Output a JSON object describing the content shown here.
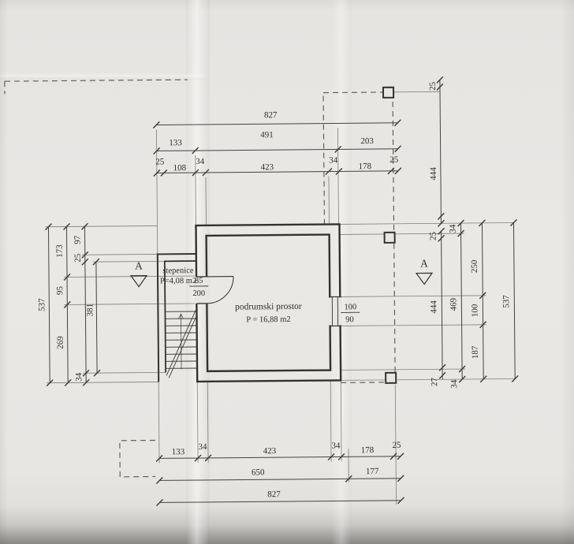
{
  "colors": {
    "paper": "#e8e6e3",
    "ink": "#34322d"
  },
  "rooms": {
    "basement": {
      "label": "podrumski prostor",
      "area": "P = 16,88 m2"
    },
    "stairs": {
      "label": "stepenice",
      "area": "P=4,08 m2"
    }
  },
  "door": {
    "width": "85",
    "height": "200"
  },
  "window": {
    "width": "100",
    "height": "90"
  },
  "section": {
    "label": "A"
  },
  "dims": {
    "top_total": "827",
    "top_mid": [
      "133",
      "491",
      "203"
    ],
    "top_fine": [
      "25",
      "108",
      "34",
      "423",
      "34",
      "178",
      "25"
    ],
    "bottom_fine": [
      "133",
      "34",
      "423",
      "34",
      "178",
      "25"
    ],
    "bottom_mid": [
      "650",
      "177"
    ],
    "bottom_total": "827",
    "left_outer": "537",
    "left_mid": [
      "173",
      "95",
      "269"
    ],
    "left_fine": [
      "97",
      "25",
      "34"
    ],
    "left_offset": "381",
    "right_inner_top": [
      "25",
      "444"
    ],
    "right_inner_bottom": [
      "25",
      "444",
      "27"
    ],
    "right_wall": [
      "34",
      "469",
      "34"
    ],
    "right_mid": [
      "250",
      "100",
      "187"
    ],
    "right_outer": "537"
  }
}
